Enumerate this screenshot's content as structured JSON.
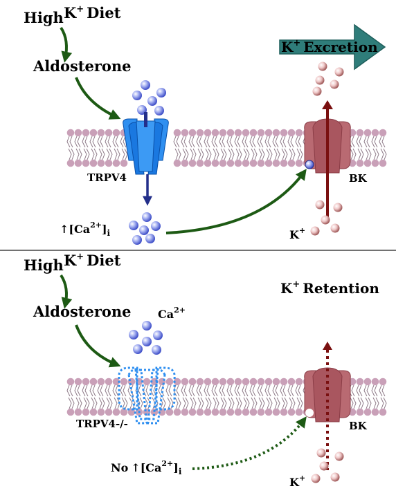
{
  "top_panel": {
    "high": "High",
    "k_diet_sym": "K",
    "k_diet_sup": "+",
    "diet": "Diet",
    "aldosterone": "Aldosterone",
    "excretion_k": "K",
    "excretion_sup": "+",
    "excretion_word": "Excretion",
    "channel_label": "TRPV4",
    "bk_label": "BK",
    "ca_arrow": "↑",
    "ca_label": "[Ca",
    "ca_sup": "2+",
    "ca_close": "]",
    "ca_sub": "i",
    "k_ion": "K",
    "k_ion_sup": "+"
  },
  "bottom_panel": {
    "high": "High",
    "k_diet_sym": "K",
    "k_diet_sup": "+",
    "diet": "Diet",
    "aldosterone": "Aldosterone",
    "retention_k": "K",
    "retention_sup": "+",
    "retention_word": "Retention",
    "ca_ion": "Ca",
    "ca_ion_sup": "2+",
    "channel_label": "TRPV4-/-",
    "bk_label": "BK",
    "no_label": "No",
    "ca_arrow": "↑",
    "ca_label": "[Ca",
    "ca_sup": "2+",
    "ca_close": "]",
    "ca_sub": "i",
    "k_ion": "K",
    "k_ion_sup": "+"
  },
  "colors": {
    "green_arrow": "#1d5a14",
    "membrane": "#c9a0b8",
    "trpv4": "#2f8ff0",
    "trpv4_dark": "#0a50a8",
    "bk": "#b96a72",
    "bk_dark": "#8a3c46",
    "excretion_arrow": "#2f7d7a",
    "ca_ion": "#7f8fe8",
    "k_ion": "#e8bcbc",
    "blue_arrow": "#232f8a",
    "red_arrow": "#7a1010"
  }
}
